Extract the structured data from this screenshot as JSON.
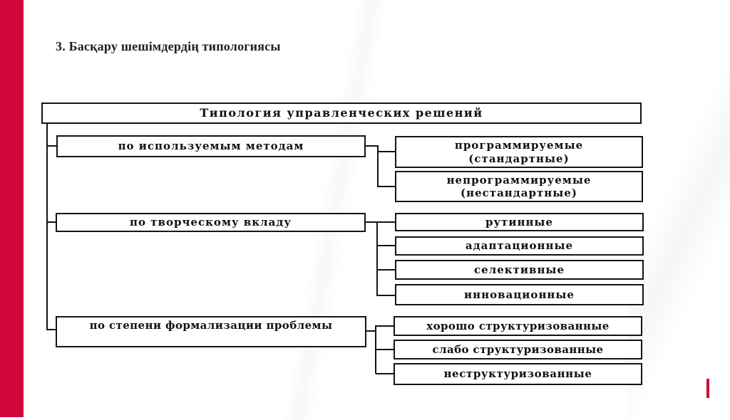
{
  "slide": {
    "title": "3. Басқару шешімдердің типологиясы"
  },
  "diagram": {
    "root": "Типология управленческих решений",
    "branches": [
      {
        "label": "по используемым методам",
        "children": [
          {
            "text": "программируемые\n(стандартные)"
          },
          {
            "text": "непрограммируемые\n(нестандартные)"
          }
        ]
      },
      {
        "label": "по творческому вкладу",
        "children": [
          {
            "text": "рутинные"
          },
          {
            "text": "адаптационные"
          },
          {
            "text": "селективные"
          },
          {
            "text": "инновационные"
          }
        ]
      },
      {
        "label": "по степени формализации проблемы",
        "children": [
          {
            "text": "хорошо структуризованные"
          },
          {
            "text": "слабо структуризованные"
          },
          {
            "text": "неструктуризованные"
          }
        ]
      }
    ]
  },
  "colors": {
    "accent_red": "#d20539",
    "line_black": "#141414",
    "background": "#ffffff"
  }
}
